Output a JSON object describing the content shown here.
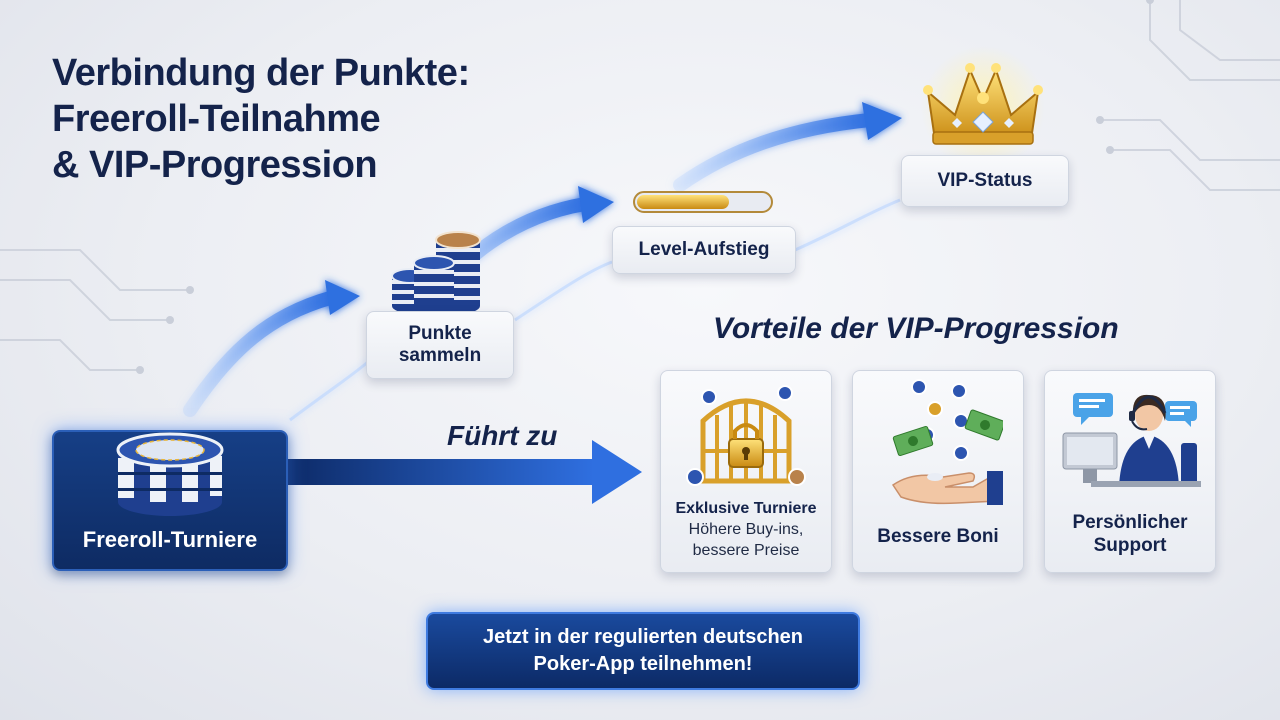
{
  "title": {
    "line1": "Verbindung der Punkte:",
    "line2": "Freeroll-Teilnahme",
    "line3": "& VIP-Progression"
  },
  "steps": {
    "freeroll": "Freeroll-Turniere",
    "punkte_line1": "Punkte",
    "punkte_line2": "sammeln",
    "level": "Level-Aufstieg",
    "vip": "VIP-Status"
  },
  "leads_to": "Führt zu",
  "benefits": {
    "heading": "Vorteile der VIP-Progression",
    "items": [
      {
        "title": "Exklusive Turniere",
        "subtitle_line1": "Höhere Buy-ins,",
        "subtitle_line2": "bessere Preise",
        "icon": "golden-gate-lock-icon"
      },
      {
        "title": "Bessere Boni",
        "icon": "hand-money-chips-icon"
      },
      {
        "title_line1": "Persönlicher",
        "title_line2": "Support",
        "icon": "support-agent-icon"
      }
    ]
  },
  "cta": {
    "line1": "Jetzt in der regulierten deutschen",
    "line2": "Poker-App teilnehmen!"
  },
  "colors": {
    "navy": "#14234b",
    "accent_blue": "#2f6fe0",
    "gold": "#e8b53a",
    "chip_blue": "#1f3f8f"
  }
}
